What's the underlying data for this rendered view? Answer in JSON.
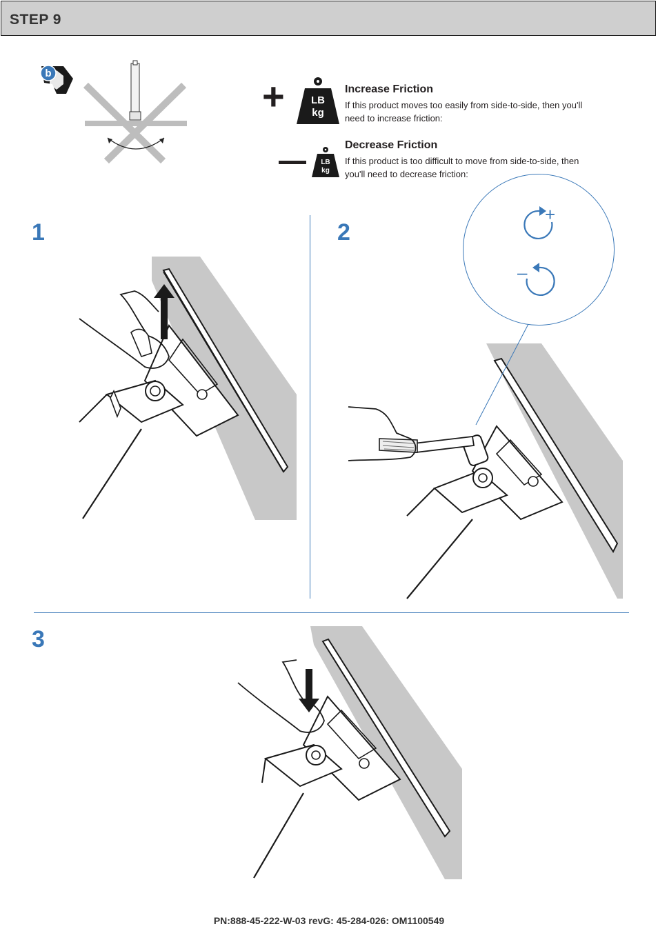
{
  "header": {
    "title": "STEP 9"
  },
  "badge": {
    "letter": "b"
  },
  "friction": {
    "increase": {
      "sign": "+",
      "title": "Increase Friction",
      "description": "If this product moves too easily from side-to-side, then you'll need to increase friction:",
      "weight_top": "LB",
      "weight_bottom": "kg"
    },
    "decrease": {
      "sign": "–",
      "title": "Decrease Friction",
      "description": "If this product is too difficult to move from side-to-side, then you'll need to decrease friction:",
      "weight_top": "LB",
      "weight_bottom": "kg"
    }
  },
  "callout": {
    "plus": "+",
    "minus": "–"
  },
  "steps": [
    {
      "number": "1"
    },
    {
      "number": "2"
    },
    {
      "number": "3"
    }
  ],
  "colors": {
    "accent": "#3a78b8",
    "header_bg": "#cfcfcf",
    "wall": "#c8c8c8"
  },
  "footer": {
    "part_number": "PN:888-45-222-W-03 revG: 45-284-026: OM1100549"
  }
}
